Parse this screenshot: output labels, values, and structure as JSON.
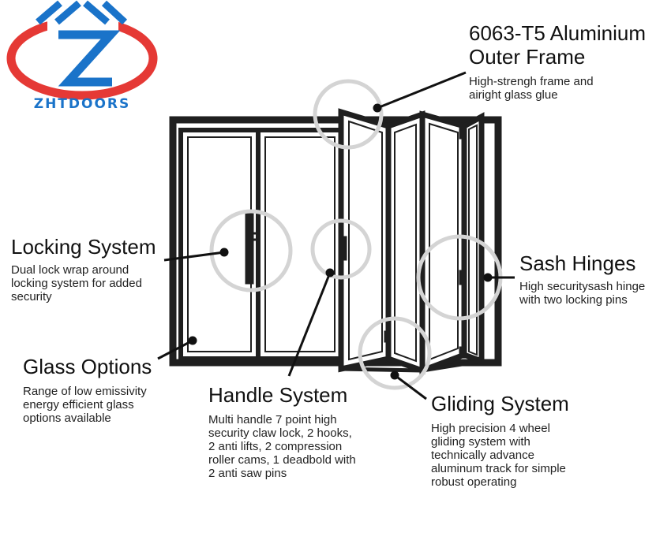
{
  "brand": {
    "name": "ZHTDOORS",
    "red": "#e53935",
    "blue": "#1a73c9"
  },
  "colors": {
    "frame": "#1f1f1f",
    "glass": "#ffffff",
    "callout_ring": "#d4d4d4",
    "leader": "#111111"
  },
  "callouts": {
    "outer_frame": {
      "title_line1": "6063-T5 Aluminium",
      "title_line2": "Outer Frame",
      "desc_line1": "High-strengh frame and",
      "desc_line2": "airight glass glue"
    },
    "locking": {
      "title": "Locking System",
      "desc_line1": "Dual lock wrap around",
      "desc_line2": "locking system for added",
      "desc_line3": "security"
    },
    "sash_hinges": {
      "title": "Sash Hinges",
      "desc_line1": "High securitysash hinge",
      "desc_line2": "with two locking pins"
    },
    "glass": {
      "title": "Glass Options",
      "desc_line1": "Range of low emissivity",
      "desc_line2": "energy efficient glass",
      "desc_line3": "options available"
    },
    "handle": {
      "title": "Handle System",
      "desc_line1": "Multi handle 7 point high",
      "desc_line2": "security claw lock, 2 hooks,",
      "desc_line3": "2 anti lifts, 2 compression",
      "desc_line4": "roller cams, 1 deadbold with",
      "desc_line5": "2 anti saw pins"
    },
    "gliding": {
      "title": "Gliding System",
      "desc_line1": "High precision 4 wheel",
      "desc_line2": "gliding system with",
      "desc_line3": "technically advance",
      "desc_line4": "aluminum track for simple",
      "desc_line5": "robust operating"
    }
  }
}
